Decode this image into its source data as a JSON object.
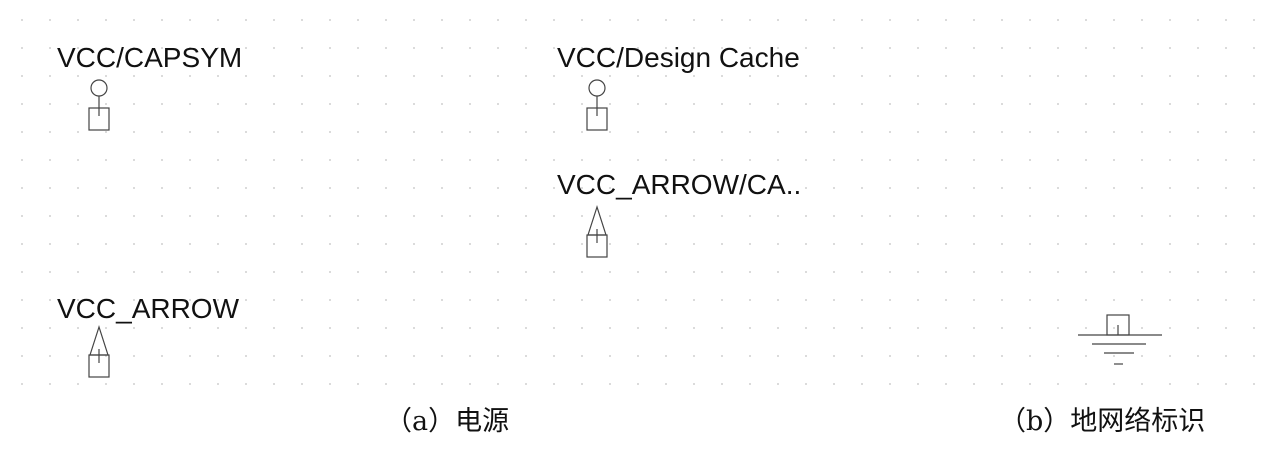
{
  "power_symbols": {
    "vcc_capsym": {
      "label": "VCC/CAPSYM",
      "icon": "circle-power-icon"
    },
    "vcc_design_cache": {
      "label": "VCC/Design Cache",
      "icon": "circle-power-icon"
    },
    "vcc_arrow_ca": {
      "label": "VCC_ARROW/CA..",
      "icon": "arrow-power-icon"
    },
    "vcc_arrow": {
      "label": "VCC_ARROW",
      "icon": "arrow-power-icon"
    }
  },
  "ground_symbol": {
    "icon": "ground-icon"
  },
  "captions": {
    "a": "（a）电源",
    "b": "（b）地网络标识"
  }
}
